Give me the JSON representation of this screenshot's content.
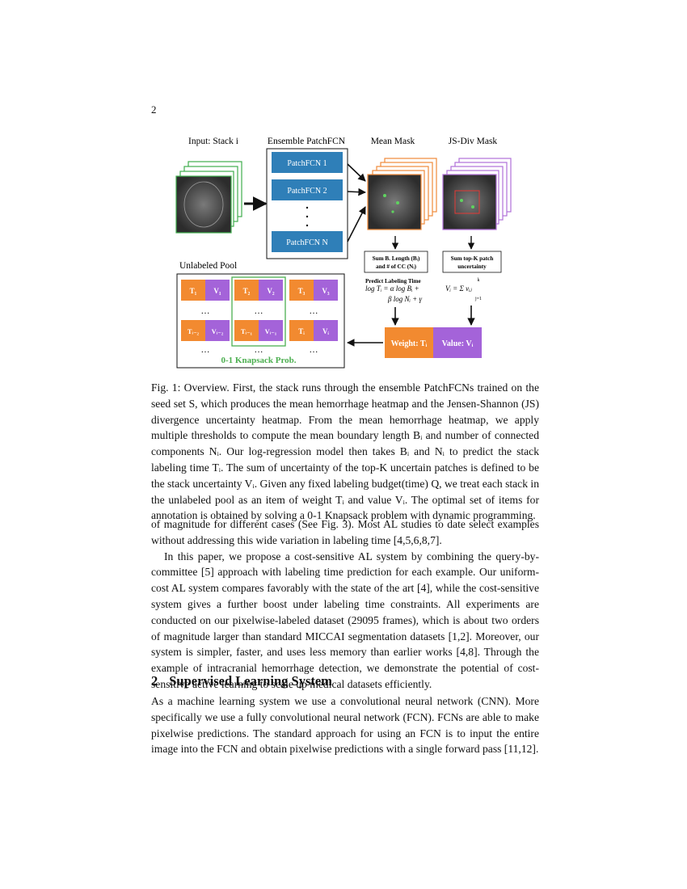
{
  "page_number": "2",
  "figure": {
    "label_input": "Input: Stack i",
    "label_ensemble": "Ensemble PatchFCN",
    "label_mean_mask": "Mean Mask",
    "label_js_mask": "JS-Div Mask",
    "patchfcn_1": "PatchFCN 1",
    "patchfcn_2": "PatchFCN 2",
    "patchfcn_n": "PatchFCN N",
    "sum_box_line1": "Sum B. Length (Bᵢ)",
    "sum_box_line2": "and # of CC (Nᵢ)",
    "topk_box_line1": "Sum top-K patch",
    "topk_box_line2": "uncertainty",
    "predict_title": "Predict Labeling Time",
    "predict_eq1": "log Tᵢ = α log Bᵢ +",
    "predict_eq2": "β log Nᵢ + γ",
    "value_eq": "Vᵢ = Σ vᵢⱼ",
    "value_eq_top": "k",
    "value_eq_bottom": "j=1",
    "weight_label": "Weight: Tᵢ",
    "value_label": "Value: Vᵢ",
    "pool_label": "Unlabeled Pool",
    "knapsack_label": "0-1 Knapsack Prob.",
    "dots": "…",
    "cells": {
      "t1": "T₁",
      "v1": "V₁",
      "t2": "T₂",
      "v2": "V₂",
      "t3": "T₃",
      "v3": "V₃",
      "ti2": "Tᵢ₋₂",
      "vi2": "Vᵢ₋₂",
      "ti1": "Tᵢ₋₁",
      "vi1": "Vᵢ₋₁",
      "ti": "Tᵢ",
      "vi": "Vᵢ"
    },
    "colors": {
      "patchfcn": "#2f7fb8",
      "weight": "#f28a30",
      "value": "#a463d9",
      "green": "#4caf50",
      "orange_stack": "#f08a3a",
      "purple_stack": "#b070d8"
    }
  },
  "caption": "Fig. 1: Overview. First, the stack runs through the ensemble PatchFCNs trained on the seed set S, which produces the mean hemorrhage heatmap and the Jensen-Shannon (JS) divergence uncertainty heatmap. From the mean hemorrhage heatmap, we apply multiple thresholds to compute the mean boundary length Bᵢ and number of connected components Nᵢ. Our log-regression model then takes Bᵢ and Nᵢ to predict the stack labeling time Tᵢ. The sum of uncertainty of the top-K uncertain patches is defined to be the stack uncertainty Vᵢ. Given any fixed labeling budget(time) Q, we treat each stack in the unlabeled pool as an item of weight Tᵢ and value Vᵢ. The optimal set of items for annotation is obtained by solving a 0-1 Knapsack problem with dynamic programming.",
  "paragraph1": "of magnitude for different cases (See Fig. 3). Most AL studies to date select examples without addressing this wide variation in labeling time [4,5,6,8,7].",
  "paragraph2": "In this paper, we propose a cost-sensitive AL system by combining the query-by-committee [5] approach with labeling time prediction for each example. Our uniform-cost AL system compares favorably with the state of the art [4], while the cost-sensitive system gives a further boost under labeling time constraints. All experiments are conducted on our pixelwise-labeled dataset (29095 frames), which is about two orders of magnitude larger than standard MICCAI segmentation datasets [1,2]. Moreover, our system is simpler, faster, and uses less memory than earlier works [4,8]. Through the example of intracranial hemorrhage detection, we demonstrate the potential of cost-sensitive active learning to scale up medical datasets efficiently.",
  "section_number": "2",
  "section_title": "Supervised Learning System",
  "section_text": "As a machine learning system we use a convolutional neural network (CNN). More specifically we use a fully convolutional neural network (FCN). FCNs are able to make pixelwise predictions. The standard approach for using an FCN is to input the entire image into the FCN and obtain pixelwise predictions with a single forward pass [11,12]."
}
